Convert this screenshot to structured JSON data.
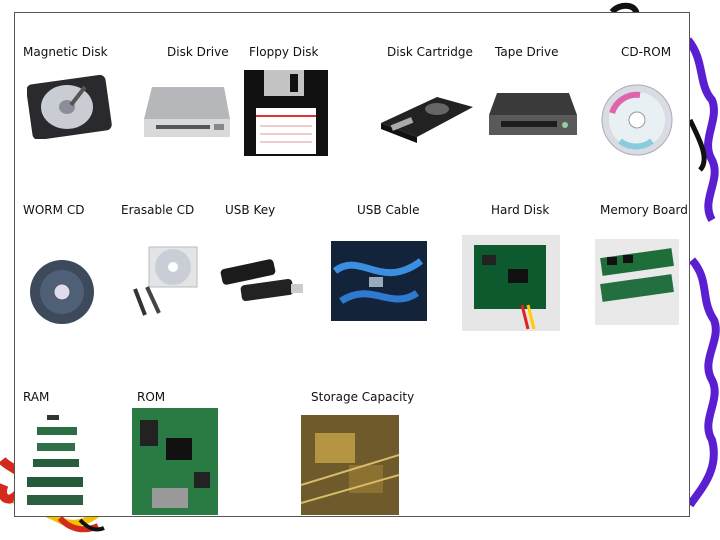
{
  "items": [
    {
      "label": "Magnetic Disk",
      "image": "magnetic-disk-platter"
    },
    {
      "label": "Disk Drive",
      "image": "disk-drive-unit"
    },
    {
      "label": "Floppy Disk",
      "image": "floppy-disk"
    },
    {
      "label": "Disk Cartridge",
      "image": "disk-cartridge-drive"
    },
    {
      "label": "Tape Drive",
      "image": "tape-drive"
    },
    {
      "label": "CD-ROM",
      "image": "cd-rom-disc"
    },
    {
      "label": "WORM CD",
      "image": "worm-cd-disc"
    },
    {
      "label": "Erasable CD",
      "image": "erasable-cd-with-pens"
    },
    {
      "label": "USB Key",
      "image": "usb-keys"
    },
    {
      "label": "USB Cable",
      "image": "usb-cable"
    },
    {
      "label": "Hard Disk",
      "image": "hard-disk-board"
    },
    {
      "label": "Memory Board",
      "image": "memory-board-modules"
    },
    {
      "label": "RAM",
      "image": "ram-modules-stack"
    },
    {
      "label": "ROM",
      "image": "rom-circuit-board"
    },
    {
      "label": "Storage Capacity",
      "image": "circuit-board-closeup"
    }
  ],
  "colors": {
    "slide_border": "#555555",
    "squiggle_red": "#d42a1c",
    "squiggle_purple": "#5a1fd0",
    "squiggle_yellow": "#f2c200"
  }
}
